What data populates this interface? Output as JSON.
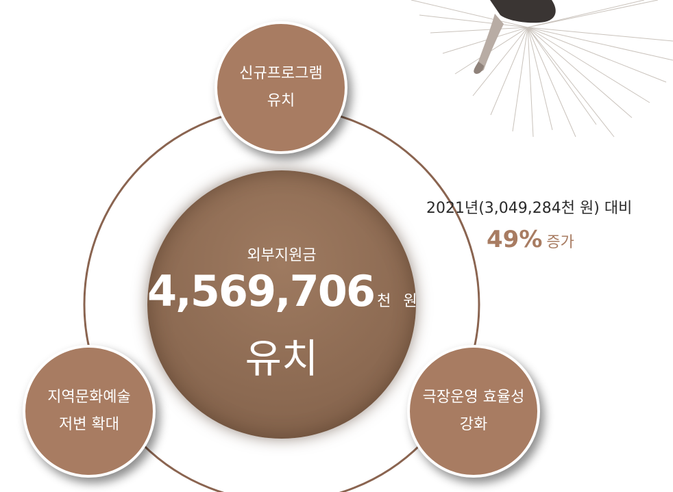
{
  "center": {
    "label": "외부지원금",
    "amount": "4,569,706",
    "unit1": "천",
    "unit2": "원",
    "sub": "유치"
  },
  "nodes": {
    "top": {
      "line1": "신규프로그램",
      "line2": "유치"
    },
    "left": {
      "line1": "지역문화예술",
      "line2": "저변 확대"
    },
    "right": {
      "line1": "극장운영 효율성",
      "line2": "강화"
    }
  },
  "comparison": {
    "text": "2021년(3,049,284천 원) 대비",
    "percent": "49%",
    "word": "증가"
  },
  "colors": {
    "accent": "#a87c62",
    "center": "#8c6a52",
    "ring": "#8a6450"
  },
  "decoration": "dancer-with-sunburst-lines"
}
